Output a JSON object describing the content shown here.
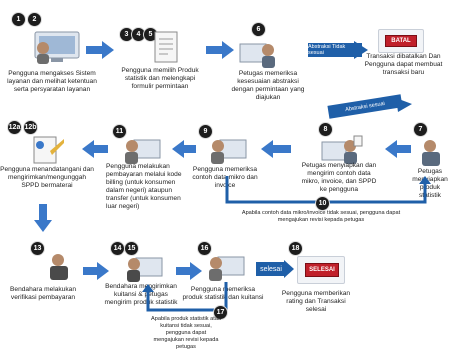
{
  "steps": [
    {
      "id": "s1",
      "badges": [
        "1",
        "2"
      ],
      "caption": "Pengguna mengakses Sistem layanan dan melihat ketentuan serta persyaratan layanan"
    },
    {
      "id": "s2",
      "badges": [
        "3",
        "4",
        "5"
      ],
      "caption": "Pengguna memilih Produk statistik dan melengkapi formulir permintaan"
    },
    {
      "id": "s3",
      "badges": [
        "6"
      ],
      "caption": "Petugas memeriksa kesesuaian abstraksi dengan permintaan yang diajukan"
    },
    {
      "id": "s4",
      "badges": [],
      "caption": "Transaksi dibatalkan Dan Pengguna dapat membuat transaksi baru"
    },
    {
      "id": "s5",
      "badges": [
        "7"
      ],
      "caption": "Petugas menyiapkan produk statistik"
    },
    {
      "id": "s6",
      "badges": [
        "8"
      ],
      "caption": "Petugas menyiapkan dan mengirim contoh data mikro, invoice, dan SPPD ke pengguna"
    },
    {
      "id": "s7",
      "badges": [
        "9"
      ],
      "caption": "Pengguna memeriksa contoh data mikro dan invoice"
    },
    {
      "id": "s8",
      "badges": [
        "11"
      ],
      "caption": "Pengguna melakukan pembayaran melalui kode billing (untuk konsumen dalam negeri) ataupun transfer (untuk konsumen luar negeri)"
    },
    {
      "id": "s9",
      "badges": [
        "12a",
        "12b"
      ],
      "caption": "Pengguna menandatangani dan mengirimkan/mengunggah SPPD bermaterai"
    },
    {
      "id": "s10",
      "badges": [
        "13"
      ],
      "caption": "Bendahara melakukan verifikasi pembayaran"
    },
    {
      "id": "s11",
      "badges": [
        "14",
        "15"
      ],
      "caption": "Bendahara mengirimkan kuitansi & petugas mengirim produk statistik"
    },
    {
      "id": "s12",
      "badges": [
        "16"
      ],
      "caption": "Pengguna memeriksa produk statistik dan kuitansi"
    },
    {
      "id": "s13",
      "badges": [
        "18"
      ],
      "caption": "Pengguna memberikan rating dan Transaksi selesai"
    }
  ],
  "banners": {
    "abstraksi_tidak_sesuai": "Abstraksi Tidak sesuai",
    "abstraksi_sesuai": "Abstraksi sesuai",
    "batal": "BATAL",
    "selesai_arrow": "selesai",
    "selesai_sign": "SELESAI"
  },
  "notes": {
    "n10_badge": "10",
    "n10": "Apabila contoh data mikro/invoice tidak sesuai, pengguna dapat mengajukan revisi kepada petugas",
    "n17_badge": "17",
    "n17": "Apabila produk statistik atau kuitansi tidak sesuai, pengguna dapat mengajukan revisi kepada petugas"
  },
  "colors": {
    "arrow": "#3a78c9",
    "banner": "#1f5fa8",
    "red": "#c0202a"
  }
}
